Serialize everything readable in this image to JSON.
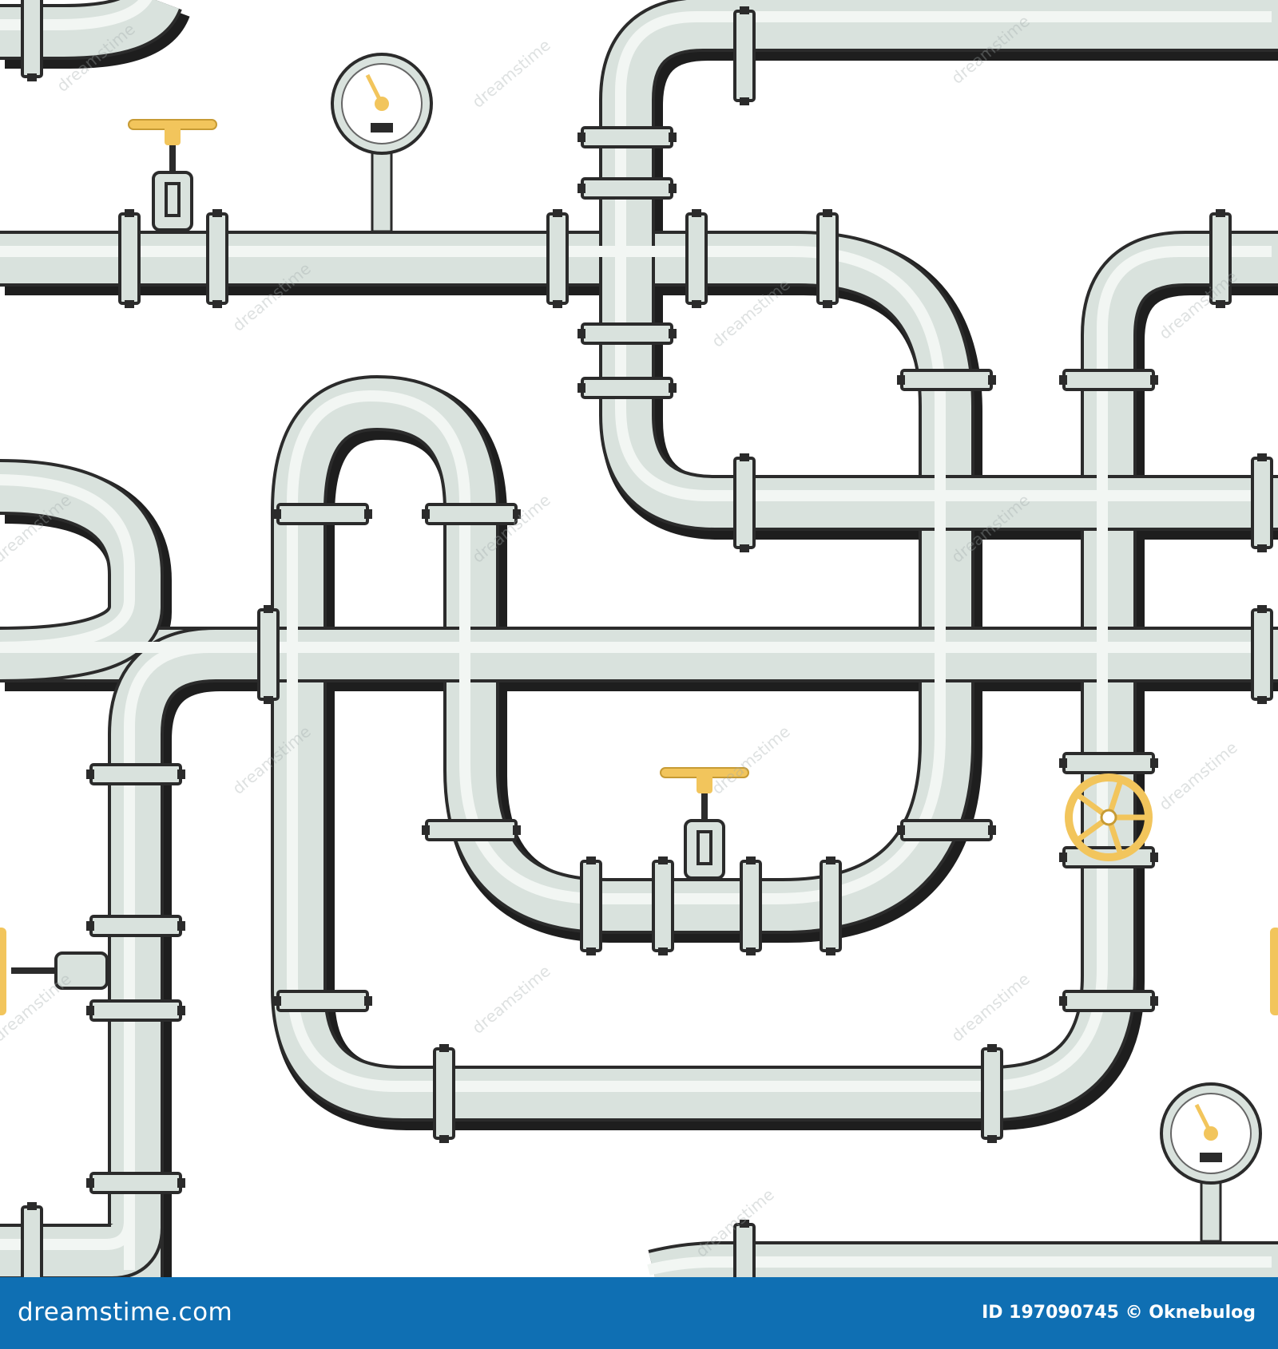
{
  "colors": {
    "pipe_fill": "#d9e2dd",
    "pipe_highlight": "#f2f6f3",
    "pipe_outline": "#2b2b2b",
    "pipe_shadow": "#1e1e1e",
    "valve_yellow": "#f2c55c",
    "footer_bg": "#0f6fb3",
    "footer_text": "#ffffff"
  },
  "icons": {
    "valve": "gate-valve-icon",
    "gauge": "pressure-gauge-icon",
    "wheel": "valve-wheel-icon"
  },
  "watermark": {
    "text": "dreamstime"
  },
  "footer": {
    "brand": "dreamstime.com",
    "credit": "ID 197090745 © Oknebulog"
  }
}
